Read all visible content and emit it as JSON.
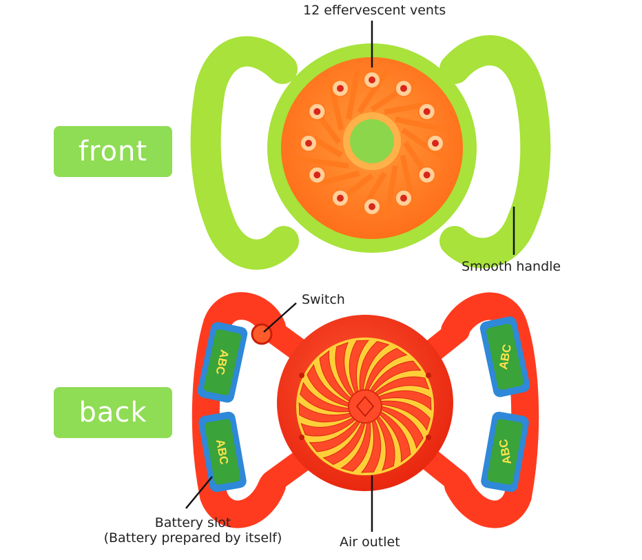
{
  "labels": {
    "front": "front",
    "back": "back"
  },
  "callouts": {
    "vents": "12 effervescent vents",
    "handle": "Smooth handle",
    "switch": "Switch",
    "battery_line1": "Battery slot",
    "battery_line2": "(Battery prepared by itself)",
    "air_outlet": "Air outlet"
  },
  "battery_brand": "ABC",
  "colors": {
    "badge_green": "#8fdc55",
    "front_body": "#a8e23a",
    "front_face": "#ff8a2a",
    "back_body": "#ff3b1f",
    "battery_blue": "#2f88d8",
    "battery_green": "#3aa33a"
  }
}
